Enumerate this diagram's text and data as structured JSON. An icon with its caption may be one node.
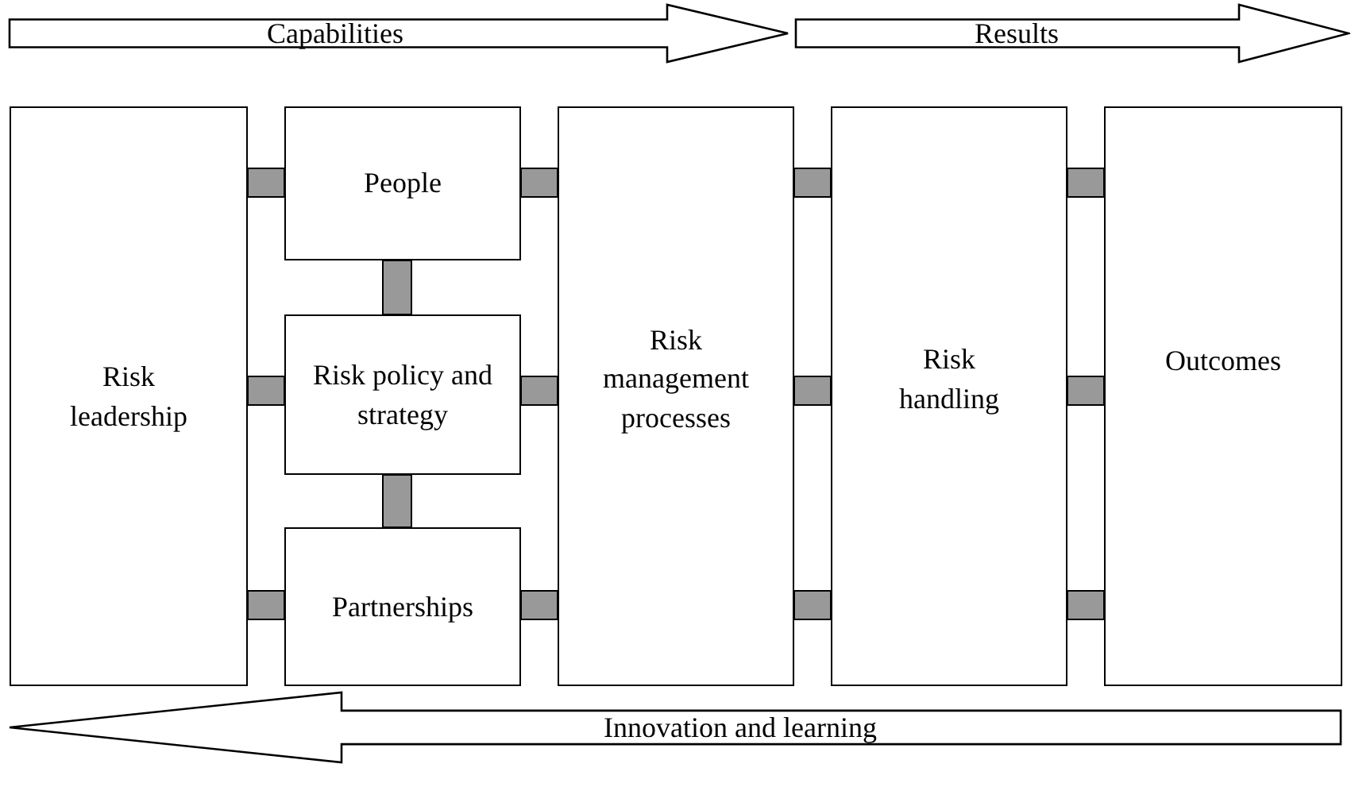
{
  "diagram": {
    "nodes": [
      {
        "text": [
          "Capabilities"
        ]
      },
      {
        "text": [
          "Results"
        ]
      },
      {
        "text": [
          "Risk leadership"
        ]
      },
      {
        "text": [
          "People"
        ]
      },
      {
        "text": [
          "Risk policy and strategy"
        ]
      },
      {
        "text": [
          "Partnerships"
        ]
      },
      {
        "text": [
          "Risk management processes"
        ]
      },
      {
        "text": [
          "Risk handling"
        ]
      },
      {
        "text": [
          "Outcomes"
        ]
      },
      {
        "text": [
          "Innovation and learning"
        ]
      }
    ],
    "edges": [
      {
        "from": 2,
        "to": 3,
        "arrow": "none",
        "style": "thick"
      },
      {
        "from": 2,
        "to": 4,
        "arrow": "none",
        "style": "thick"
      },
      {
        "from": 2,
        "to": 5,
        "arrow": "none",
        "style": "thick"
      },
      {
        "from": 3,
        "to": 4,
        "arrow": "none",
        "style": "thick"
      },
      {
        "from": 4,
        "to": 5,
        "arrow": "none",
        "style": "thick"
      },
      {
        "from": 3,
        "to": 6,
        "arrow": "none",
        "style": "thick"
      },
      {
        "from": 4,
        "to": 6,
        "arrow": "none",
        "style": "thick"
      },
      {
        "from": 5,
        "to": 6,
        "arrow": "none",
        "style": "thick"
      },
      {
        "from": 6,
        "to": 7,
        "arrow": "none",
        "style": "thick"
      },
      {
        "from": 6,
        "to": 7,
        "arrow": "none",
        "style": "thick"
      },
      {
        "from": 6,
        "to": 7,
        "arrow": "none",
        "style": "thick"
      },
      {
        "from": 7,
        "to": 8,
        "arrow": "none",
        "style": "thick"
      },
      {
        "from": 7,
        "to": 8,
        "arrow": "none",
        "style": "thick"
      },
      {
        "from": 7,
        "to": 8,
        "arrow": "none",
        "style": "thick"
      }
    ]
  }
}
